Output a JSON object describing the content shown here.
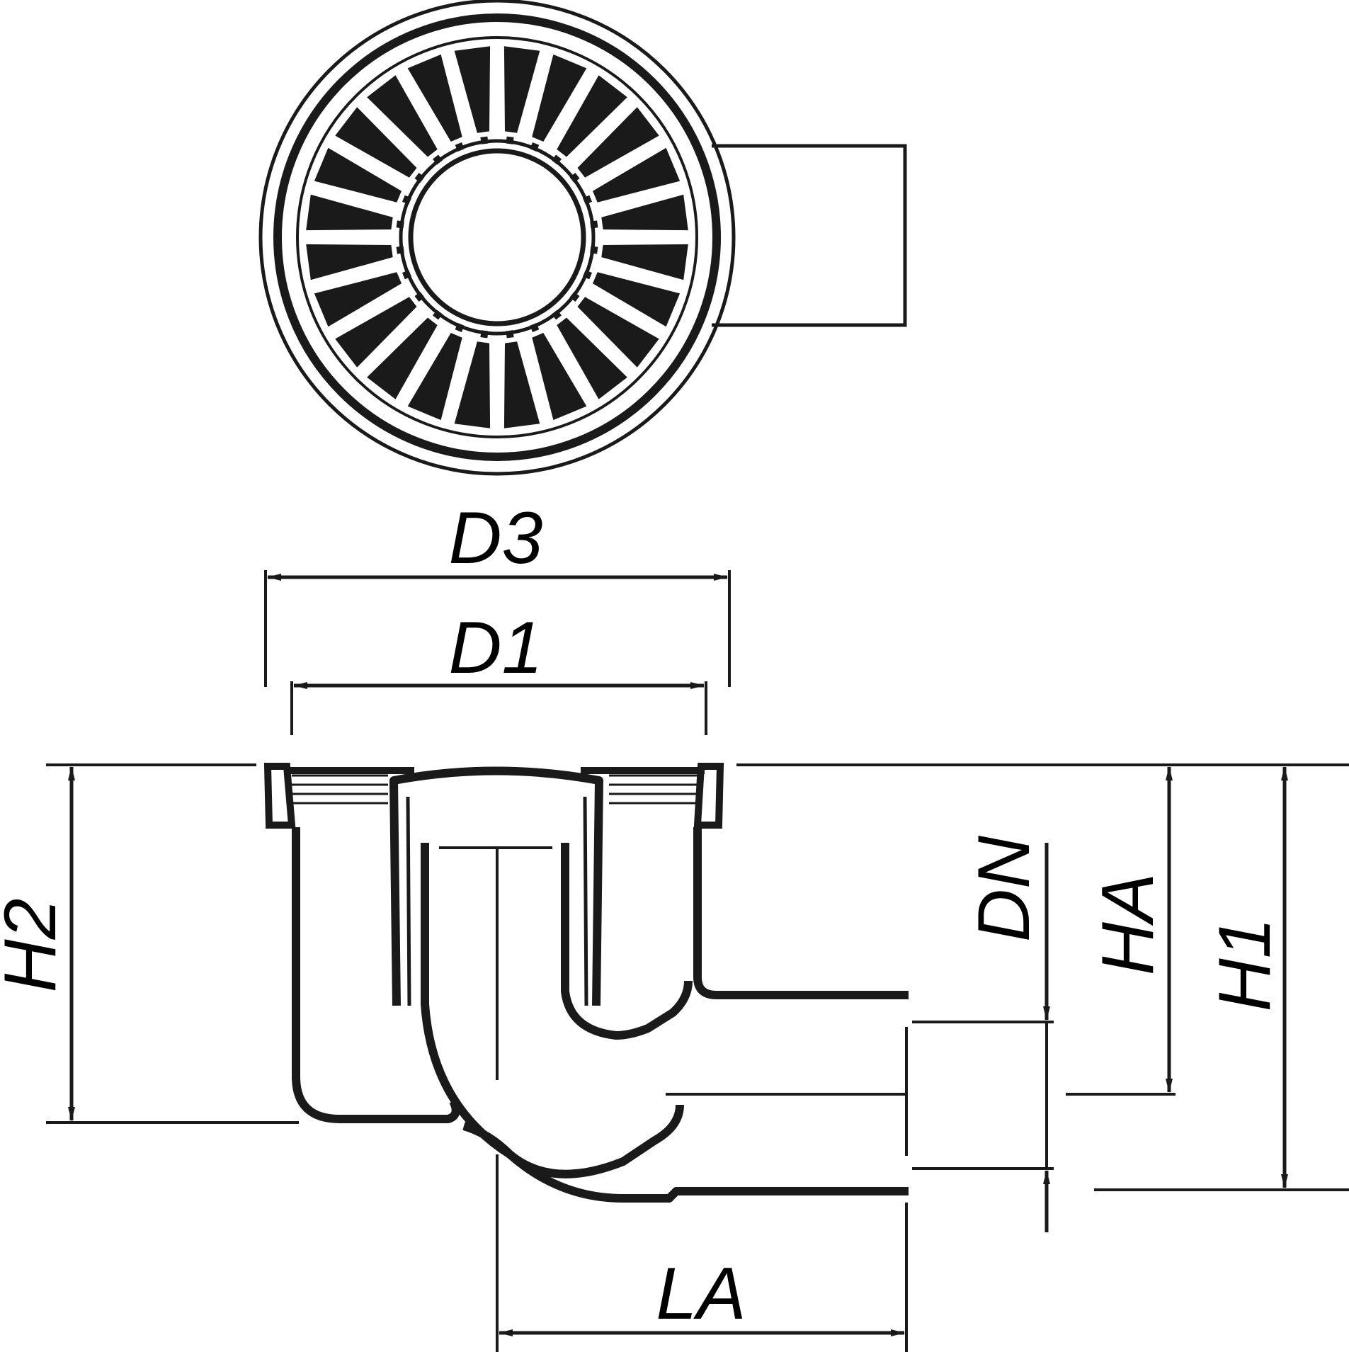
{
  "drawing": {
    "ink_color": "#1a1a1a",
    "background": "#ffffff",
    "dimensions": {
      "d3": "D3",
      "d1": "D1",
      "h2": "H2",
      "dn": "DN",
      "ha": "HA",
      "h1": "H1",
      "la": "LA"
    },
    "grate_ribs": 24
  }
}
